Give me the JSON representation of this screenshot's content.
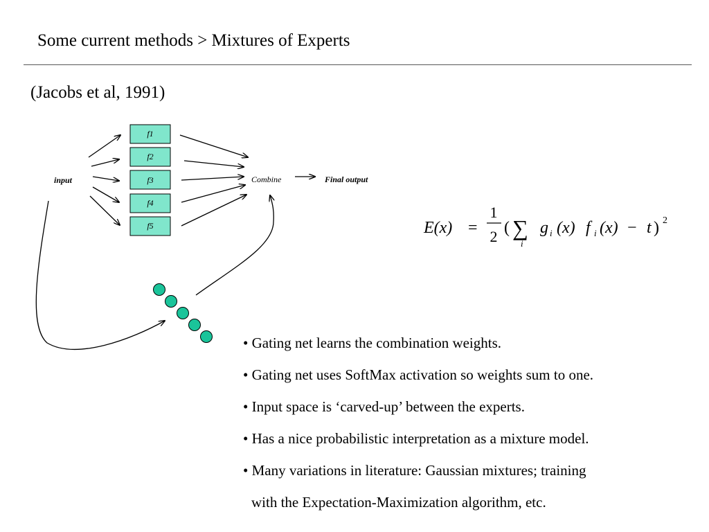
{
  "slide": {
    "title": "Some current methods > Mixtures of Experts",
    "citation": "(Jacobs et al, 1991)"
  },
  "diagram": {
    "input_label": "input",
    "experts": [
      "f1",
      "f2",
      "f3",
      "f4",
      "f5"
    ],
    "combine_label": "Combine",
    "output_label": "Final output",
    "gating_units": 5,
    "colors": {
      "expert_fill": "#80e6cc",
      "gating_fill": "#1ac49a",
      "stroke": "#000000"
    }
  },
  "equation": {
    "lhs": "E(x)",
    "equals": "=",
    "numerator": "1",
    "denominator": "2",
    "open": "(",
    "sum": "∑",
    "sum_index": "i",
    "g": "g",
    "g_sub": "i",
    "gx": "(x)",
    "f": "f",
    "f_sub": "i",
    "fx": "(x)",
    "minus": "−",
    "t": "t",
    "close": ")",
    "power": "2"
  },
  "bullets": [
    "• Gating net learns the combination weights.",
    "• Gating net uses SoftMax activation so weights sum to one.",
    "• Input space is ‘carved-up’ between the experts.",
    "• Has a nice probabilistic interpretation as a mixture model.",
    "• Many variations in literature: Gaussian mixtures; training",
    "with the Expectation-Maximization algorithm, etc."
  ]
}
